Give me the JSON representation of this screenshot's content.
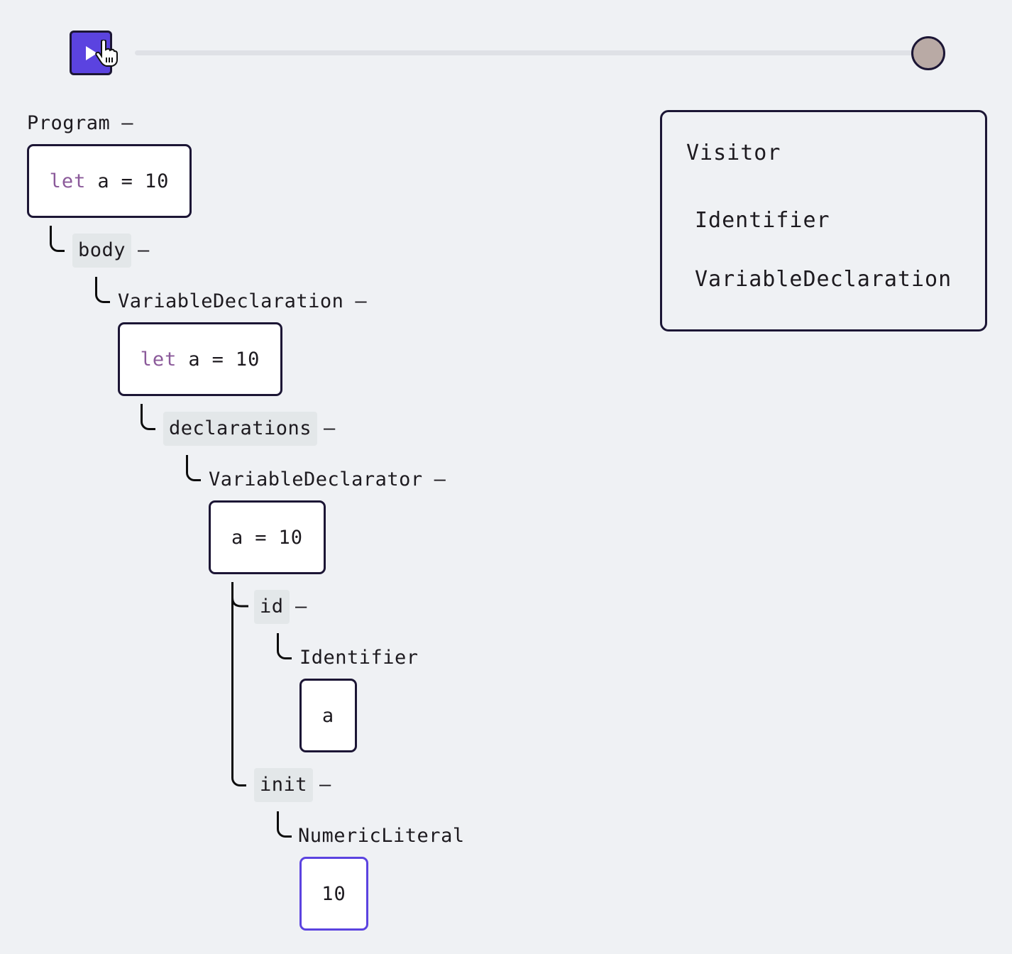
{
  "player": {
    "play_icon": "play-icon",
    "cursor_icon": "hand-pointer-icon",
    "progress": 1.0,
    "accent_color": "#5b43e0",
    "thumb_color": "#b9aaa5"
  },
  "tree": {
    "collapse_symbol": "–",
    "program": {
      "label": "Program",
      "code": {
        "keyword": "let",
        "rest": [
          "a",
          "=",
          "10"
        ]
      }
    },
    "body": {
      "label": "body"
    },
    "variable_declaration": {
      "label": "VariableDeclaration",
      "code": {
        "keyword": "let",
        "rest": [
          "a",
          "=",
          "10"
        ]
      }
    },
    "declarations": {
      "label": "declarations"
    },
    "variable_declarator": {
      "label": "VariableDeclarator",
      "code": {
        "rest": [
          "a",
          "=",
          "10"
        ]
      }
    },
    "id": {
      "label": "id"
    },
    "identifier": {
      "label": "Identifier",
      "code": "a"
    },
    "init": {
      "label": "init"
    },
    "numeric_literal": {
      "label": "NumericLiteral",
      "code": "10"
    },
    "keyword_color": "#8b5a9a",
    "active_border_color": "#5b43e0"
  },
  "visitor": {
    "title": "Visitor",
    "items": [
      "Identifier",
      "VariableDeclaration"
    ]
  }
}
